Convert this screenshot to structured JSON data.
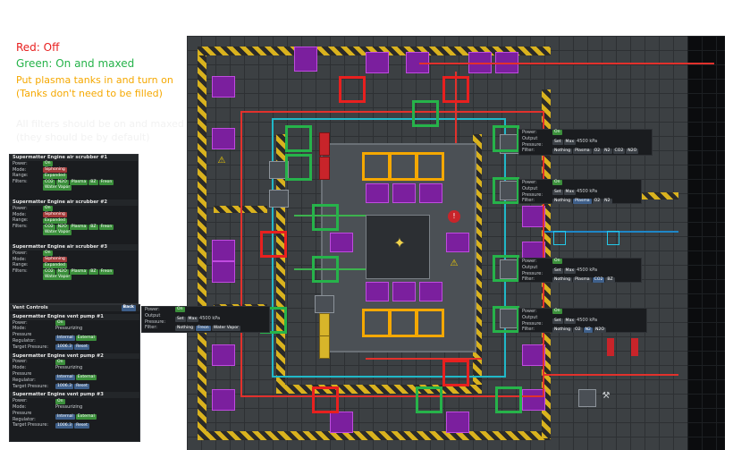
{
  "legend": {
    "red": "Red: Off",
    "green": "Green: On and maxed",
    "plasma_1": "Put plasma tanks in and turn on",
    "plasma_2": "(Tanks don't need to be filled)",
    "filters_1": "All filters should be on and maxed",
    "filters_2": "(they should be by default)"
  },
  "colors": {
    "red": "#e8201f",
    "green": "#26b34a",
    "orange": "#f5a800"
  },
  "scrubbers": [
    {
      "title": "Supermatter Engine air scrubber #1"
    },
    {
      "title": "Supermatter Engine air scrubber #2"
    },
    {
      "title": "Supermatter Engine air scrubber #3"
    }
  ],
  "scrubber_labels": {
    "power": "Power:",
    "mode": "Mode:",
    "range": "Range:",
    "filters": "Filters:",
    "on": "On",
    "siphoning": "Siphoning",
    "expanded": "Expanded",
    "filter_items": [
      "CO2",
      "N2O",
      "Plasma",
      "BZ",
      "Freon"
    ],
    "water_vapor": "Water Vapor"
  },
  "vents": {
    "header": "Vent Controls",
    "back": "Back",
    "items": [
      {
        "title": "Supermatter Engine vent pump #1"
      },
      {
        "title": "Supermatter Engine vent pump #2"
      },
      {
        "title": "Supermatter Engine vent pump #3"
      }
    ],
    "labels": {
      "power": "Power:",
      "mode": "Mode:",
      "pressure_regulator": "Pressure Regulator:",
      "target_pressure": "Target Pressure:",
      "on": "On",
      "pressurizing": "Pressurizing",
      "internal": "Internal",
      "external": "External",
      "target_value": "1006.3",
      "reset": "Reset"
    }
  },
  "filter_popups": {
    "power": "Power:",
    "output_pressure": "Output Pressure:",
    "filter": "Filter:",
    "on": "On",
    "set": "Set",
    "max": "Max",
    "kpa": "4500 kPa",
    "gases": [
      "Nothing",
      "Plasma",
      "O2",
      "N2",
      "CO2",
      "N2O",
      "BZ"
    ],
    "extra": [
      "Freon",
      "Water Vapor"
    ]
  }
}
